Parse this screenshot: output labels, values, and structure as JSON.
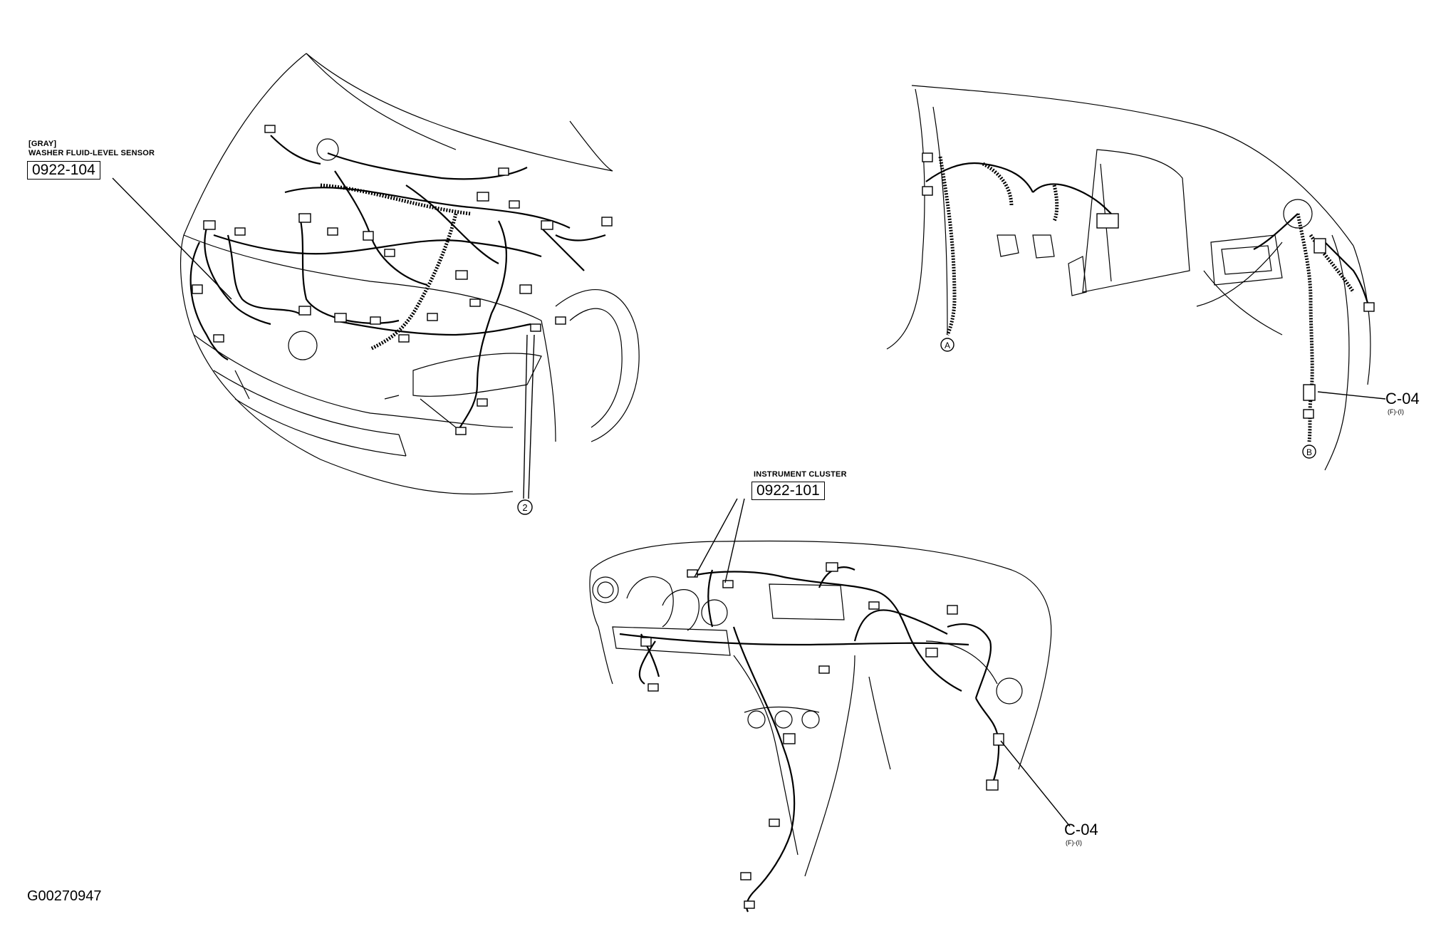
{
  "engine_view": {
    "color_tag": "[GRAY]",
    "component_name": "WASHER FLUID-LEVEL SENSOR",
    "code": "0922-104",
    "callout_number": "2"
  },
  "cowl_view": {
    "marker_a": "A",
    "marker_b": "B",
    "connector": "C-04",
    "connector_sub": "(F)-(I)"
  },
  "dash_view": {
    "component_name": "INSTRUMENT CLUSTER",
    "code": "0922-101",
    "connector": "C-04",
    "connector_sub": "(F)-(I)"
  },
  "figure_id": "G00270947"
}
